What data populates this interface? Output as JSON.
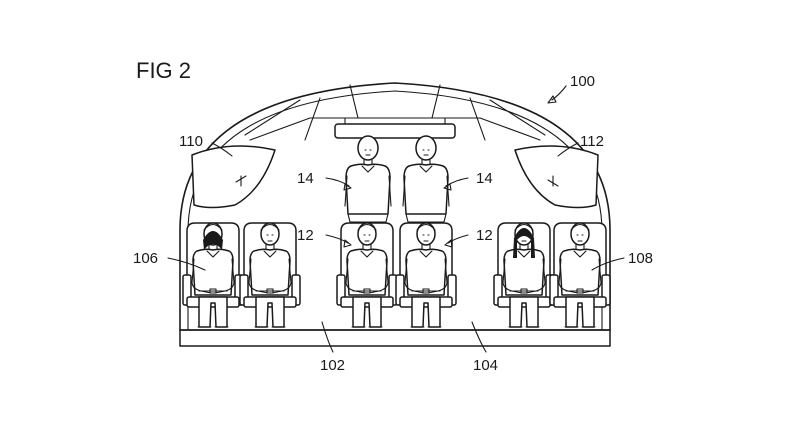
{
  "figure": {
    "title": "FIG 2",
    "labels": {
      "ref_100": "100",
      "ref_110": "110",
      "ref_112": "112",
      "ref_14_left": "14",
      "ref_14_right": "14",
      "ref_12_left": "12",
      "ref_12_right": "12",
      "ref_106": "106",
      "ref_108": "108",
      "ref_102": "102",
      "ref_104": "104"
    }
  }
}
